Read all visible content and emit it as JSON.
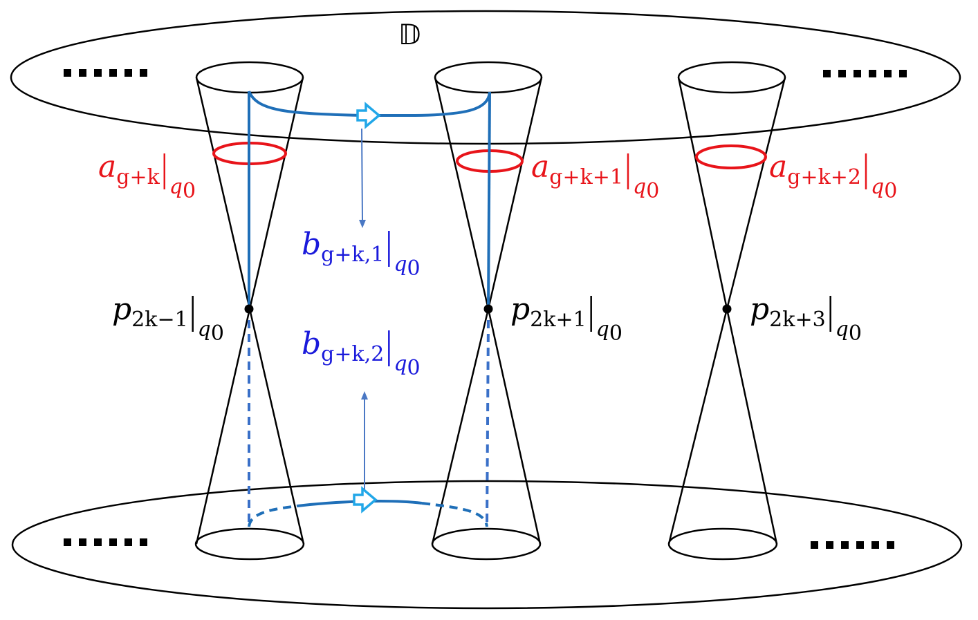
{
  "title_symbol": "𝔻",
  "colors": {
    "ink": "#000000",
    "a_cycle": "#e8141a",
    "b_cycle": "#1f6fb8",
    "b_label": "#1a1adb",
    "arrow_fill": "#ffffff",
    "arrow_stroke": "#22a7e8",
    "pointer": "#4a78c4"
  },
  "ellipsis_marks": [
    "......",
    "......",
    "......",
    "......"
  ],
  "labels": {
    "a1": {
      "main": "a",
      "sub": "g+k",
      "bar_sub": "q",
      "bar_sub2": "0"
    },
    "a2": {
      "main": "a",
      "sub": "g+k+1",
      "bar_sub": "q",
      "bar_sub2": "0"
    },
    "a3": {
      "main": "a",
      "sub": "g+k+2",
      "bar_sub": "q",
      "bar_sub2": "0"
    },
    "b1": {
      "main": "b",
      "sub": "g+k,1",
      "bar_sub": "q",
      "bar_sub2": "0"
    },
    "b2": {
      "main": "b",
      "sub": "g+k,2",
      "bar_sub": "q",
      "bar_sub2": "0"
    },
    "p1": {
      "main": "p",
      "sub": "2k−1",
      "bar_sub": "q",
      "bar_sub2": "0"
    },
    "p2": {
      "main": "p",
      "sub": "2k+1",
      "bar_sub": "q",
      "bar_sub2": "0"
    },
    "p3": {
      "main": "p",
      "sub": "2k+3",
      "bar_sub": "q",
      "bar_sub2": "0"
    }
  }
}
